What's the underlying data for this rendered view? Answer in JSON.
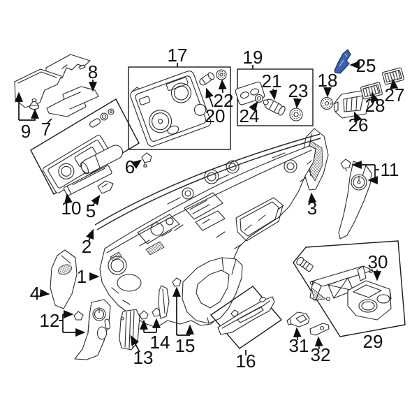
{
  "diagram": {
    "kind": "exploded-parts-diagram",
    "colors": {
      "background": "#ffffff",
      "line": "#2b2b2b",
      "label": "#111111",
      "highlight_blue": "#3a62b0"
    },
    "boxed_groups": [
      "7",
      "16",
      "17",
      "19",
      "29"
    ],
    "highlighted_callout": "25"
  },
  "callouts": [
    "1",
    "2",
    "3",
    "4",
    "5",
    "6",
    "7",
    "8",
    "9",
    "10",
    "11",
    "12",
    "13",
    "14",
    "15",
    "16",
    "17",
    "18",
    "19",
    "20",
    "21",
    "22",
    "23",
    "24",
    "25",
    "26",
    "27",
    "28",
    "29",
    "30",
    "31",
    "32"
  ]
}
